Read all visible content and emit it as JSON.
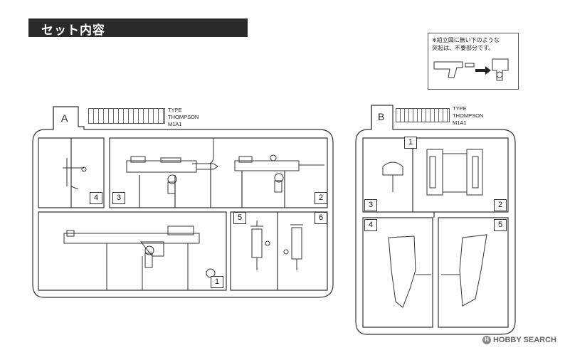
{
  "header": {
    "title": "セット内容"
  },
  "note": {
    "lines": [
      "※組立図に無い下のような",
      "突起は、不要部分です。"
    ]
  },
  "frame_a": {
    "label": "A",
    "type_lines": [
      "TYPE",
      "THOMPSON",
      "M1A1"
    ],
    "part_numbers": [
      "4",
      "3",
      "2",
      "5",
      "6",
      "1"
    ]
  },
  "frame_b": {
    "label": "B",
    "type_lines": [
      "TYPE",
      "THOMPSON",
      "M1A1"
    ],
    "part_numbers": [
      "1",
      "3",
      "2",
      "4",
      "5"
    ]
  },
  "watermark": {
    "text": "HOBBY SEARCH",
    "mark": "H"
  },
  "colors": {
    "header_bg": "#2a2a2a",
    "line": "#333333"
  }
}
